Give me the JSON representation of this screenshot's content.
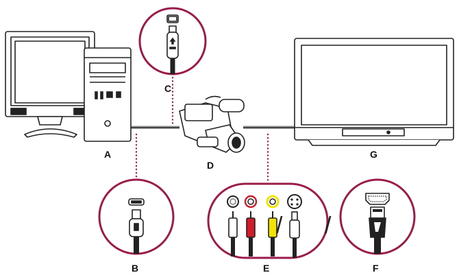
{
  "labels": {
    "a": "A",
    "b": "B",
    "c": "C",
    "d": "D",
    "e": "E",
    "f": "F",
    "g": "G"
  },
  "separators": {
    "inner": "/",
    "outer": "/"
  },
  "colors": {
    "accent": "#9b1b4b",
    "red_plug": "#d11b2a",
    "yellow_plug": "#f3e300",
    "white_plug": "#ffffff"
  },
  "icons": [
    "monitor-icon",
    "tower-computer-icon",
    "camcorder-icon",
    "television-icon",
    "firewire-connector-icon",
    "usb-connector-icon",
    "composite-av-connector-icon",
    "s-video-connector-icon",
    "hdmi-connector-icon"
  ]
}
